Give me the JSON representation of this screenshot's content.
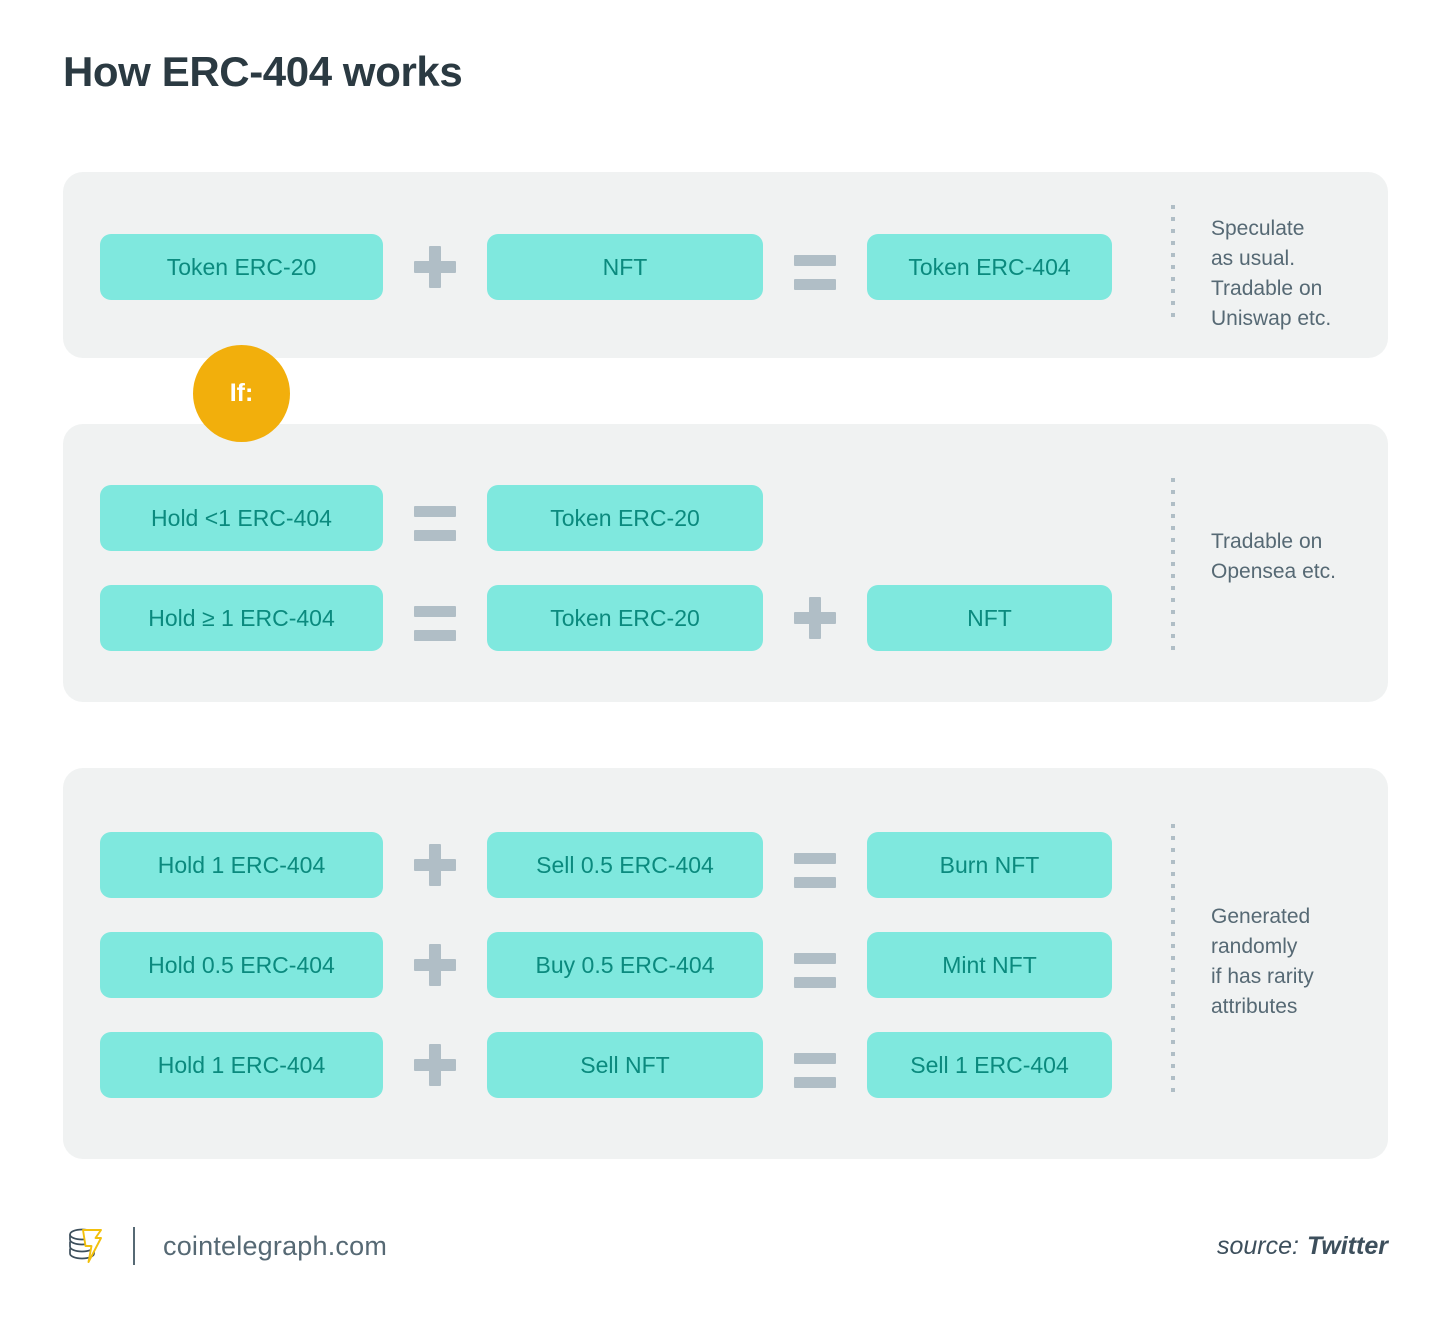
{
  "title": "How ERC-404 works",
  "colors": {
    "background": "#ffffff",
    "panel": "#f0f2f2",
    "pill": "#7fe8de",
    "pill_text": "#0b8a7e",
    "operator": "#b0bec6",
    "badge": "#f2af0c",
    "title_text": "#2b3a42",
    "annotation_text": "#566974"
  },
  "badge": {
    "label": "If:"
  },
  "panels": [
    {
      "id": "panel-1",
      "rows": [
        {
          "cells": [
            {
              "type": "pill",
              "label": "Token ERC-20"
            },
            {
              "type": "operator",
              "icon": "plus-icon",
              "label": "+"
            },
            {
              "type": "pill",
              "label": "NFT"
            },
            {
              "type": "operator",
              "icon": "equals-icon",
              "label": "="
            },
            {
              "type": "pill",
              "label": "Token ERC-404"
            }
          ]
        }
      ],
      "annotation": "Speculate\nas usual.\nTradable on\nUniswap etc."
    },
    {
      "id": "panel-2",
      "rows": [
        {
          "cells": [
            {
              "type": "pill",
              "label": "Hold <1 ERC-404"
            },
            {
              "type": "operator",
              "icon": "equals-icon",
              "label": "="
            },
            {
              "type": "pill",
              "label": "Token ERC-20"
            }
          ]
        },
        {
          "cells": [
            {
              "type": "pill",
              "label": "Hold ≥ 1 ERC-404"
            },
            {
              "type": "operator",
              "icon": "equals-icon",
              "label": "="
            },
            {
              "type": "pill",
              "label": "Token ERC-20"
            },
            {
              "type": "operator",
              "icon": "plus-icon",
              "label": "+"
            },
            {
              "type": "pill",
              "label": "NFT"
            }
          ]
        }
      ],
      "annotation": "Tradable on\nOpensea etc."
    },
    {
      "id": "panel-3",
      "rows": [
        {
          "cells": [
            {
              "type": "pill",
              "label": "Hold 1 ERC-404"
            },
            {
              "type": "operator",
              "icon": "plus-icon",
              "label": "+"
            },
            {
              "type": "pill",
              "label": "Sell 0.5 ERC-404"
            },
            {
              "type": "operator",
              "icon": "equals-icon",
              "label": "="
            },
            {
              "type": "pill",
              "label": "Burn NFT"
            }
          ]
        },
        {
          "cells": [
            {
              "type": "pill",
              "label": "Hold 0.5 ERC-404"
            },
            {
              "type": "operator",
              "icon": "plus-icon",
              "label": "+"
            },
            {
              "type": "pill",
              "label": "Buy 0.5 ERC-404"
            },
            {
              "type": "operator",
              "icon": "equals-icon",
              "label": "="
            },
            {
              "type": "pill",
              "label": "Mint NFT"
            }
          ]
        },
        {
          "cells": [
            {
              "type": "pill",
              "label": "Hold 1 ERC-404"
            },
            {
              "type": "operator",
              "icon": "plus-icon",
              "label": "+"
            },
            {
              "type": "pill",
              "label": "Sell NFT"
            },
            {
              "type": "operator",
              "icon": "equals-icon",
              "label": "="
            },
            {
              "type": "pill",
              "label": "Sell 1 ERC-404"
            }
          ]
        }
      ],
      "annotation": "Generated\nrandomly\nif has rarity\nattributes"
    }
  ],
  "footer": {
    "site": "cointelegraph.com",
    "source_label": "source:",
    "source_value": "Twitter"
  }
}
